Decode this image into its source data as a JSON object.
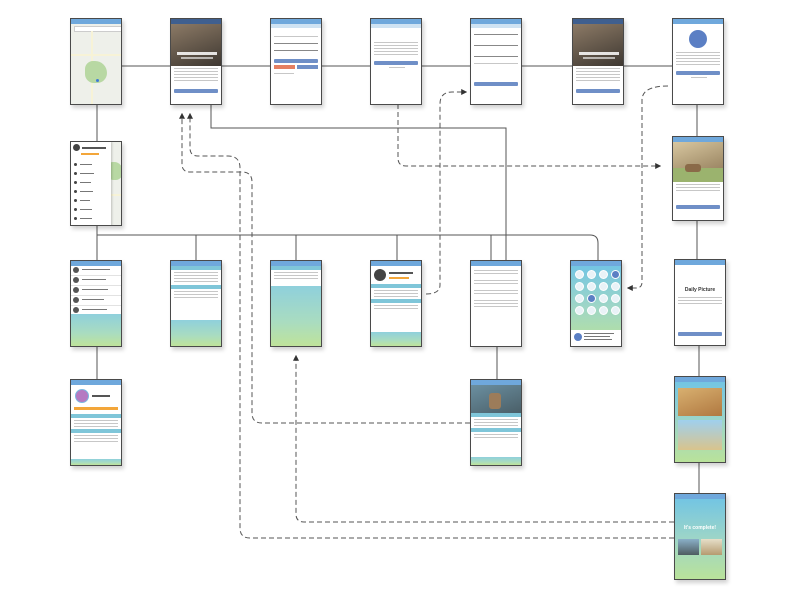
{
  "diagram": {
    "type": "app-screen-flow",
    "screens": [
      {
        "id": "map-home",
        "row": 1,
        "col": 1,
        "kind": "map"
      },
      {
        "id": "photo-detail-1",
        "row": 1,
        "col": 2,
        "kind": "photo-article"
      },
      {
        "id": "form-login",
        "row": 1,
        "col": 3,
        "kind": "form"
      },
      {
        "id": "text-detail",
        "row": 1,
        "col": 4,
        "kind": "text-form"
      },
      {
        "id": "form-entry",
        "row": 1,
        "col": 5,
        "kind": "form"
      },
      {
        "id": "photo-detail-2",
        "row": 1,
        "col": 6,
        "kind": "photo-article"
      },
      {
        "id": "profile-circle",
        "row": 1,
        "col": 7,
        "kind": "icon-article"
      },
      {
        "id": "side-menu",
        "row": 2,
        "col": 1,
        "kind": "menu"
      },
      {
        "id": "landscape-card",
        "row": 2,
        "col": 7,
        "kind": "photo-card"
      },
      {
        "id": "contacts-list",
        "row": 3,
        "col": 1,
        "kind": "list"
      },
      {
        "id": "list-sections-a",
        "row": 3,
        "col": 2,
        "kind": "list"
      },
      {
        "id": "list-short",
        "row": 3,
        "col": 3,
        "kind": "list"
      },
      {
        "id": "profile-detail",
        "row": 3,
        "col": 4,
        "kind": "profile"
      },
      {
        "id": "settings-list",
        "row": 3,
        "col": 5,
        "kind": "list"
      },
      {
        "id": "icon-grid",
        "row": 3,
        "col": 6,
        "kind": "grid"
      },
      {
        "id": "daily-picture",
        "row": 3,
        "col": 7,
        "kind": "heading"
      },
      {
        "id": "profile-progress",
        "row": 4,
        "col": 1,
        "kind": "profile"
      },
      {
        "id": "photo-list",
        "row": 4,
        "col": 5,
        "kind": "list"
      },
      {
        "id": "gallery",
        "row": 4,
        "col": 7,
        "kind": "photos"
      },
      {
        "id": "completion",
        "row": 5,
        "col": 7,
        "kind": "heading"
      }
    ],
    "connections": [
      {
        "from": "map-home",
        "to": "photo-detail-1",
        "style": "solid"
      },
      {
        "from": "photo-detail-1",
        "to": "form-login",
        "style": "solid"
      },
      {
        "from": "form-login",
        "to": "text-detail",
        "style": "solid"
      },
      {
        "from": "text-detail",
        "to": "form-entry",
        "style": "solid"
      },
      {
        "from": "form-entry",
        "to": "photo-detail-2",
        "style": "solid"
      },
      {
        "from": "photo-detail-2",
        "to": "profile-circle",
        "style": "solid"
      },
      {
        "from": "map-home",
        "to": "side-menu",
        "style": "solid"
      },
      {
        "from": "profile-circle",
        "to": "landscape-card",
        "style": "solid"
      },
      {
        "from": "side-menu",
        "to": "contacts-list",
        "style": "solid"
      },
      {
        "from": "side-menu",
        "to": "list-sections-a",
        "style": "solid"
      },
      {
        "from": "side-menu",
        "to": "list-short",
        "style": "solid"
      },
      {
        "from": "side-menu",
        "to": "profile-detail",
        "style": "solid"
      },
      {
        "from": "side-menu",
        "to": "settings-list",
        "style": "solid"
      },
      {
        "from": "side-menu",
        "to": "icon-grid",
        "style": "solid"
      },
      {
        "from": "landscape-card",
        "to": "daily-picture",
        "style": "solid"
      },
      {
        "from": "contacts-list",
        "to": "profile-progress",
        "style": "solid"
      },
      {
        "from": "settings-list",
        "to": "photo-list",
        "style": "solid"
      },
      {
        "from": "daily-picture",
        "to": "gallery",
        "style": "solid"
      },
      {
        "from": "gallery",
        "to": "completion",
        "style": "solid"
      },
      {
        "from": "text-detail",
        "to": "landscape-card",
        "style": "dashed",
        "arrow": "end"
      },
      {
        "from": "profile-detail",
        "to": "form-entry",
        "style": "dashed",
        "arrow": "end"
      },
      {
        "from": "profile-circle",
        "to": "icon-grid",
        "style": "dashed",
        "arrow": "end"
      },
      {
        "from": "photo-list",
        "to": "photo-detail-1",
        "style": "dashed",
        "arrow": "end"
      },
      {
        "from": "completion",
        "to": "list-short",
        "style": "dashed",
        "arrow": "end"
      },
      {
        "from": "completion",
        "to": "photo-detail-1",
        "style": "dashed",
        "arrow": "end"
      }
    ]
  },
  "screen_text": {
    "daily_picture_heading": "Daily Picture",
    "completion_heading": "It's complete!"
  },
  "colors": {
    "status_bar": "#6fa8dc",
    "button": "#6f8fc7",
    "button_alt": "#e47f62",
    "gradient_top": "#6ec3e6",
    "gradient_bottom": "#b9e29a",
    "connector": "#555555"
  }
}
